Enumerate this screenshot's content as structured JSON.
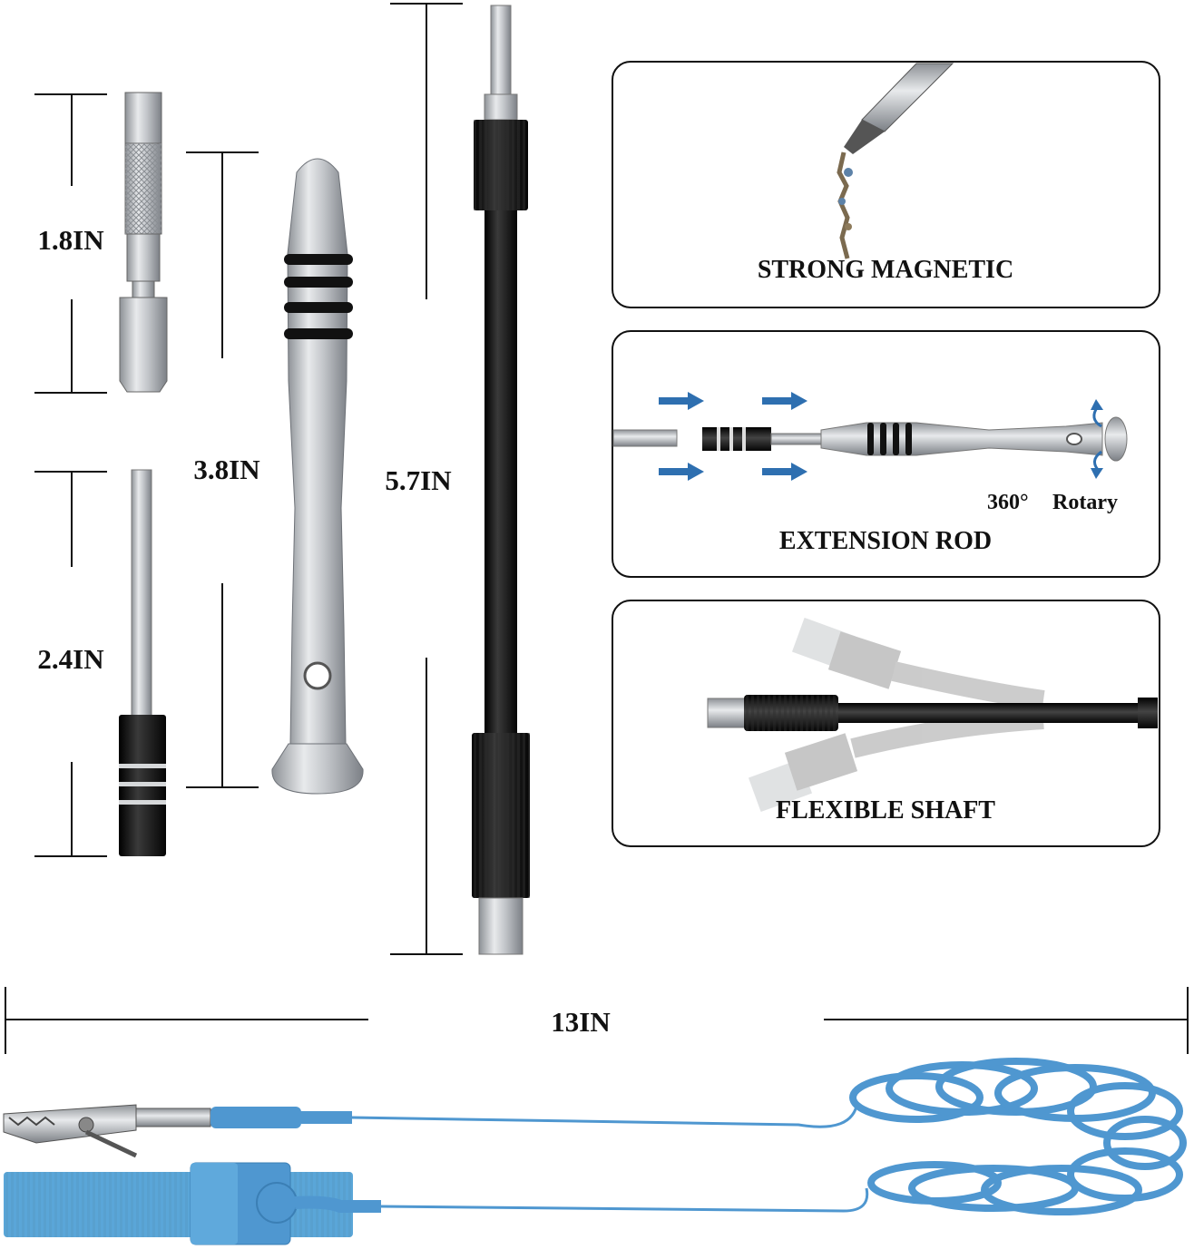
{
  "dimensions": {
    "bit_length": "1.8IN",
    "extension_bit_length": "2.4IN",
    "handle_length": "3.8IN",
    "flex_shaft_length": "5.7IN",
    "wrist_strap_length": "13IN"
  },
  "features": {
    "magnetic": {
      "title": "STRONG MAGNETIC"
    },
    "extension": {
      "title": "EXTENSION ROD",
      "rotary_degrees": "360°",
      "rotary_word": "Rotary"
    },
    "flexible": {
      "title": "FLEXIBLE SHAFT"
    }
  },
  "colors": {
    "strap_blue": "#5aa6d8",
    "cord_blue": "#4f97d0",
    "arrow_blue": "#2e6fb0",
    "steel": "#b9bcc0",
    "black_grip": "#1a1a1a"
  }
}
